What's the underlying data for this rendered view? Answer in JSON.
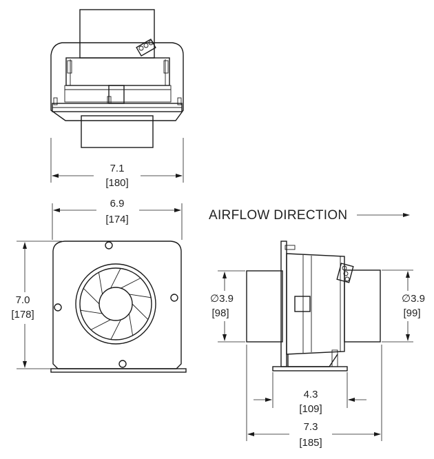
{
  "dimensions": {
    "top_width": {
      "inch": "7.1",
      "mm": "[180]"
    },
    "front_width": {
      "inch": "6.9",
      "mm": "[174]"
    },
    "front_height": {
      "inch": "7.0",
      "mm": "[178]"
    },
    "inlet_diameter": {
      "inch": "∅3.9",
      "mm": "[98]"
    },
    "outlet_diameter": {
      "inch": "∅3.9",
      "mm": "[99]"
    },
    "base_width": {
      "inch": "4.3",
      "mm": "[109]"
    },
    "overall_length": {
      "inch": "7.3",
      "mm": "[185]"
    }
  },
  "airflow_label": "AIRFLOW DIRECTION"
}
